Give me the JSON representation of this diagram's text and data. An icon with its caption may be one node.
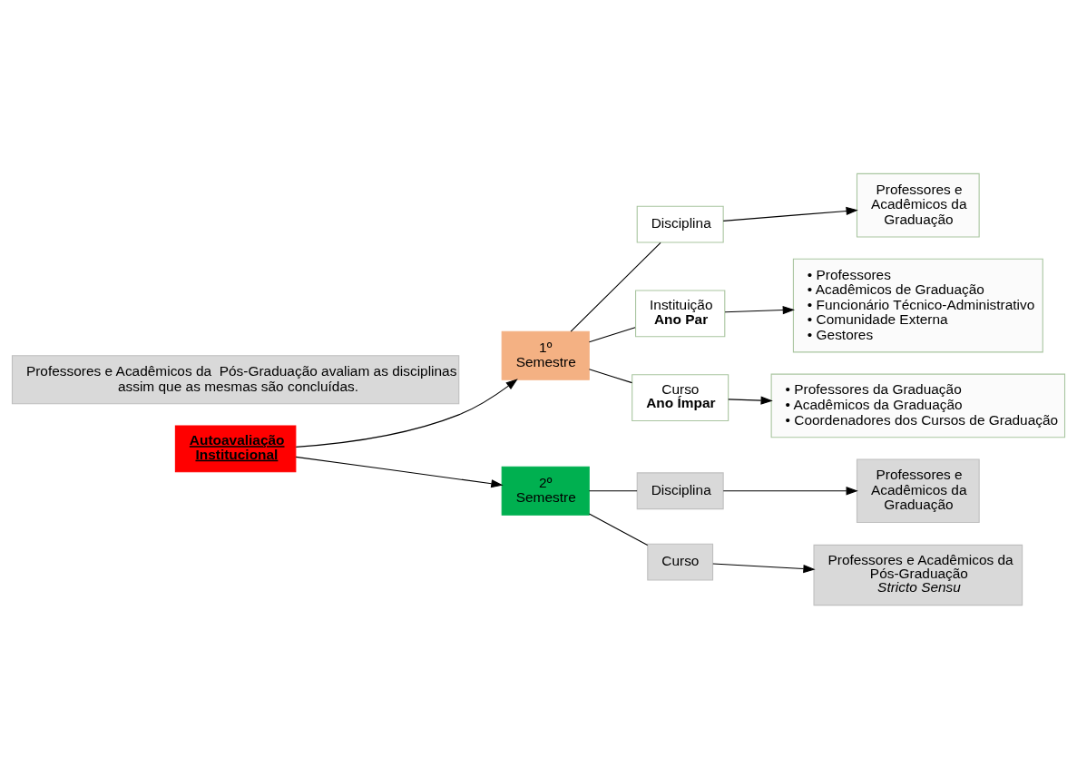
{
  "diagram": {
    "nodes": [
      {
        "text": [
          "Autoavaliação Institucional"
        ]
      },
      {
        "text": [
          "1º Semestre"
        ]
      },
      {
        "text": [
          "2º Semestre"
        ]
      },
      {
        "text": [
          "Disciplina"
        ]
      },
      {
        "text": [
          "Professores e Acadêmicos da Graduação"
        ]
      },
      {
        "text": [
          "Instituição",
          "Ano Par"
        ]
      },
      {
        "text": [
          "• Professores",
          "• Acadêmicos de Graduação",
          "• Funcionário Técnico-Administrativo",
          "• Comunidade Externa",
          "• Gestores"
        ]
      },
      {
        "text": [
          "Curso",
          "Ano Ímpar"
        ]
      },
      {
        "text": [
          "• Professores da Graduação",
          "• Acadêmicos da Graduação",
          "• Coordenadores dos Cursos de Graduação"
        ]
      },
      {
        "text": [
          "Disciplina"
        ]
      },
      {
        "text": [
          "Professores e Acadêmicos da Graduação"
        ]
      },
      {
        "text": [
          "Curso"
        ]
      },
      {
        "text": [
          "Professores e Acadêmicos da Pós-Graduação *Stricto Sensu*"
        ]
      },
      {
        "text": [
          "Professores e Acadêmicos da  Pós-Graduação avaliam as disciplinas assim que as mesmas são concluídas."
        ]
      }
    ],
    "edges": [
      {
        "from": 0,
        "to": 1,
        "arrow": "to"
      },
      {
        "from": 0,
        "to": 2,
        "arrow": "to"
      },
      {
        "from": 1,
        "to": 3,
        "arrow": "none"
      },
      {
        "from": 1,
        "to": 5,
        "arrow": "none"
      },
      {
        "from": 1,
        "to": 7,
        "arrow": "none"
      },
      {
        "from": 3,
        "to": 4,
        "arrow": "to"
      },
      {
        "from": 5,
        "to": 6,
        "arrow": "to"
      },
      {
        "from": 7,
        "to": 8,
        "arrow": "to"
      },
      {
        "from": 2,
        "to": 9,
        "arrow": "none"
      },
      {
        "from": 2,
        "to": 11,
        "arrow": "none"
      },
      {
        "from": 9,
        "to": 10,
        "arrow": "to"
      },
      {
        "from": 11,
        "to": 12,
        "arrow": "to"
      }
    ]
  }
}
